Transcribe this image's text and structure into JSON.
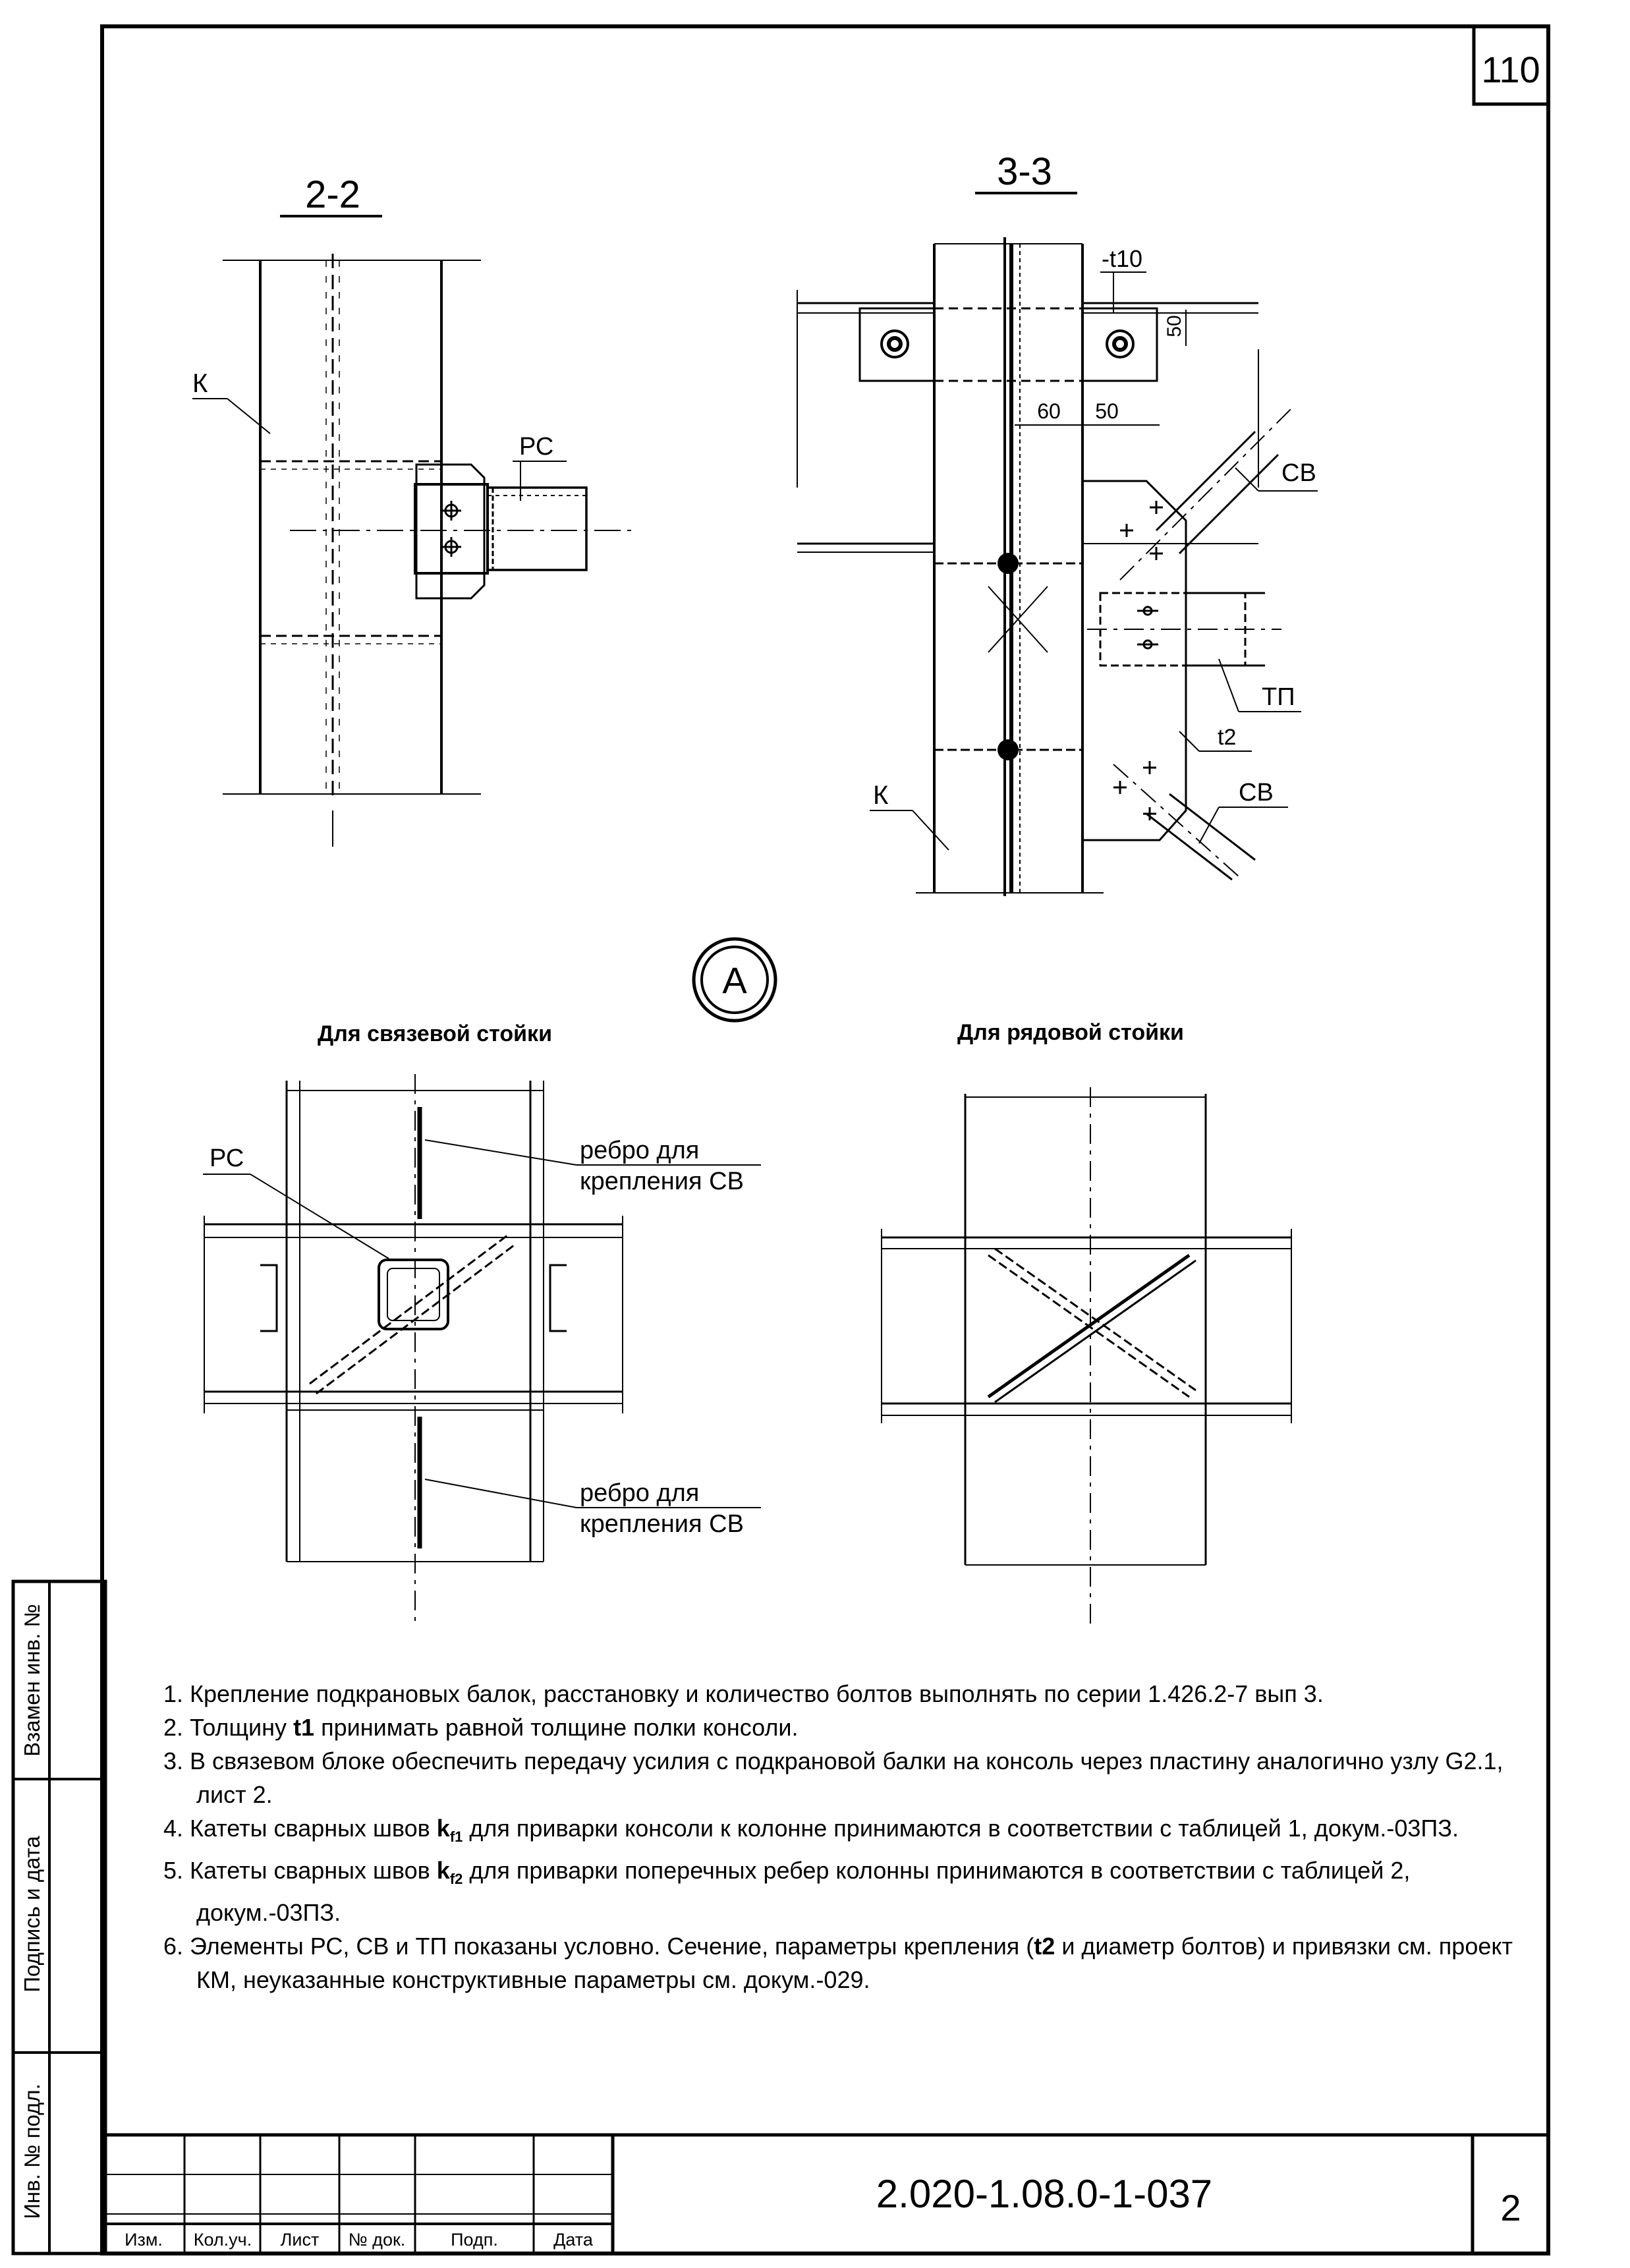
{
  "sheet": {
    "page_number_top": "110",
    "page_number_bottom": "2",
    "designation": "2.020-1.08.0-1-037"
  },
  "section_2_2": {
    "title": "2-2",
    "label_column": "К",
    "label_rs": "РС"
  },
  "section_3_3": {
    "title": "3-3",
    "label_plate": "-t10",
    "dim_50_vertical": "50",
    "dim_60": "60",
    "dim_50": "50",
    "label_sv_top": "СВ",
    "label_tp": "ТП",
    "label_t2": "t2",
    "label_sv_bottom": "СВ",
    "label_column": "К"
  },
  "node_a": {
    "marker": "А",
    "left_title": "Для связевой стойки",
    "right_title": "Для рядовой  стойки",
    "label_rs": "РС",
    "rib_top_line1": "ребро для",
    "rib_top_line2": "крепления СВ",
    "rib_bottom_line1": "ребро для",
    "rib_bottom_line2": "крепления СВ"
  },
  "notes": [
    {
      "pre": "1. Крепление подкрановых балок, расстановку и количество болтов выполнять по серии 1.426.2-7 вып 3.",
      "bold": "",
      "sub": "",
      "post": ""
    },
    {
      "pre": "2. Толщину ",
      "bold": "t1",
      "sub": "",
      "post": " принимать равной толщине полки консоли."
    },
    {
      "pre": "3. В связевом блоке обеспечить передачу усилия с подкрановой балки на консоль через пластину аналогично узлу G2.1, лист 2.",
      "bold": "",
      "sub": "",
      "post": ""
    },
    {
      "pre": "4. Катеты сварных швов ",
      "bold": "k",
      "sub": "f1",
      "post": " для приварки консоли к колонне принимаются в соответствии с таблицей 1, докум.-03ПЗ."
    },
    {
      "pre": "5. Катеты сварных швов ",
      "bold": "k",
      "sub": "f2",
      "post": " для приварки поперечных ребер колонны принимаются в соответствии с таблицей 2, докум.-03ПЗ."
    },
    {
      "pre": "6. Элементы РС, СВ и ТП показаны условно. Сечение, параметры крепления (",
      "bold": "t2",
      "sub": "",
      "post": " и диаметр болтов) и привязки см. проект КМ, неуказанные конструктивные параметры см. докум.-029."
    }
  ],
  "side_stamp": {
    "field1": "Взамен инв. №",
    "field2": "Подпись и дата",
    "field3": "Инв. № подл."
  },
  "title_block": {
    "col1": "Изм.",
    "col2": "Кол.уч.",
    "col3": "Лист",
    "col4": "№ док.",
    "col5": "Подп.",
    "col6": "Дата"
  }
}
